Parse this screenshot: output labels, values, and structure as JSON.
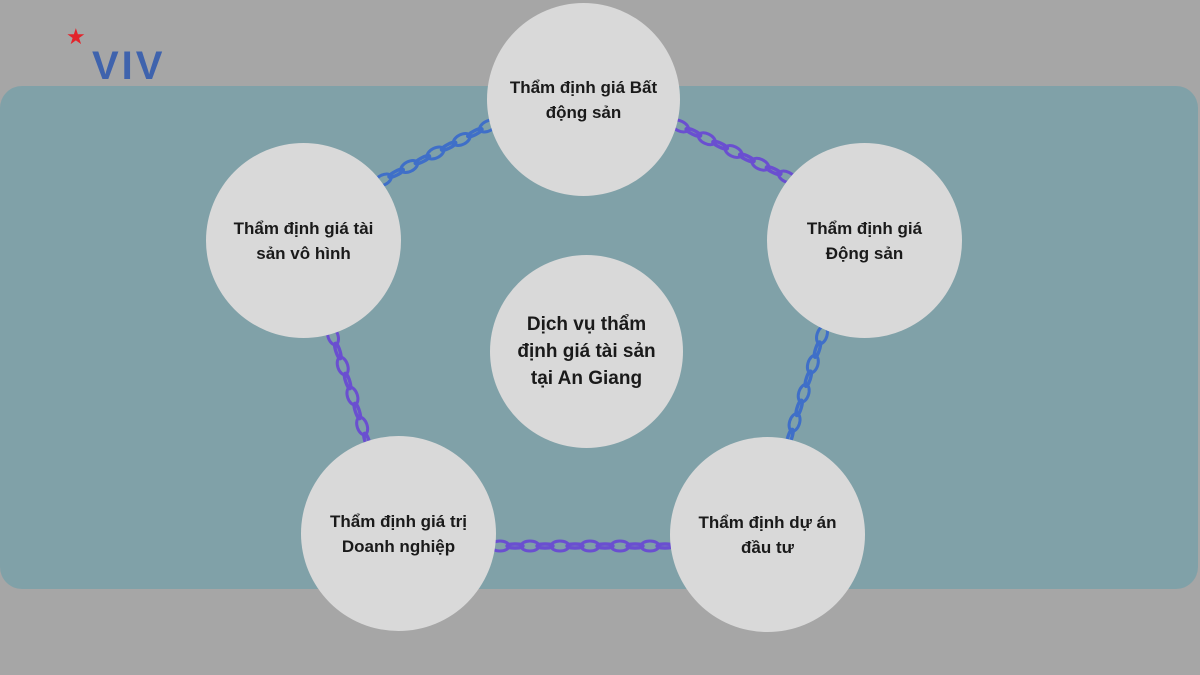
{
  "logo": {
    "star": "★",
    "text": "VIV"
  },
  "center": "Dịch vụ thẩm định giá tài sản tại An Giang",
  "nodes": {
    "top": "Thẩm định giá Bất động sản",
    "right": "Thẩm định giá Động sản",
    "bottom_right": "Thẩm định dự án đầu tư",
    "bottom_left": "Thẩm định giá trị Doanh nghiệp",
    "left": "Thẩm định giá tài sản vô hình"
  },
  "colors": {
    "background": "#a6a6a6",
    "panel": "#80a1a8",
    "circle": "#d9d9d9",
    "chain_blue": "#3f6fc8",
    "chain_violet": "#6a4fd0",
    "logo_blue": "#3f63ad",
    "logo_star": "#e3242b"
  }
}
